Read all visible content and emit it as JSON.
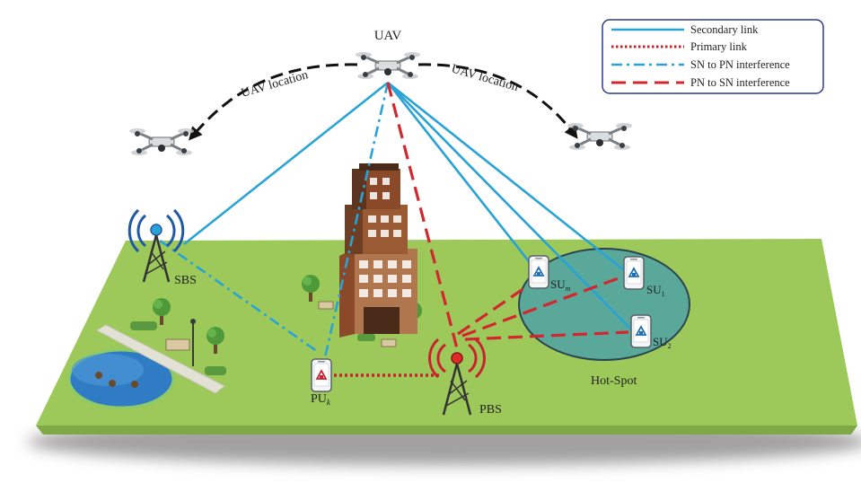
{
  "nodes": {
    "uav": "UAV",
    "sbs": "SBS",
    "pbs": "PBS",
    "pu": {
      "base": "PU",
      "sub": "k"
    },
    "su_m": {
      "base": "SU",
      "sub": "m"
    },
    "su_1": {
      "base": "SU",
      "sub": "1"
    },
    "su_2": {
      "base": "SU",
      "sub": "2"
    },
    "hotspot": "Hot-Spot"
  },
  "uav_location_left": "UAV location",
  "uav_location_right": "UAV location",
  "legend": [
    {
      "label": "Secondary link",
      "color": "#29a3d6",
      "style": "solid"
    },
    {
      "label": "Primary link",
      "color": "#c8232c",
      "style": "dotted"
    },
    {
      "label": "SN to PN interference",
      "color": "#29a3d6",
      "style": "dash-dot"
    },
    {
      "label": "PN to SN interference",
      "color": "#d3262e",
      "style": "dashed"
    }
  ],
  "colors": {
    "ground": "#9cc95a",
    "secondary": "#29a3d6",
    "primary": "#c8232c",
    "hotspot_fill": "#5aa89a",
    "legend_border": "#2b3a8c"
  }
}
